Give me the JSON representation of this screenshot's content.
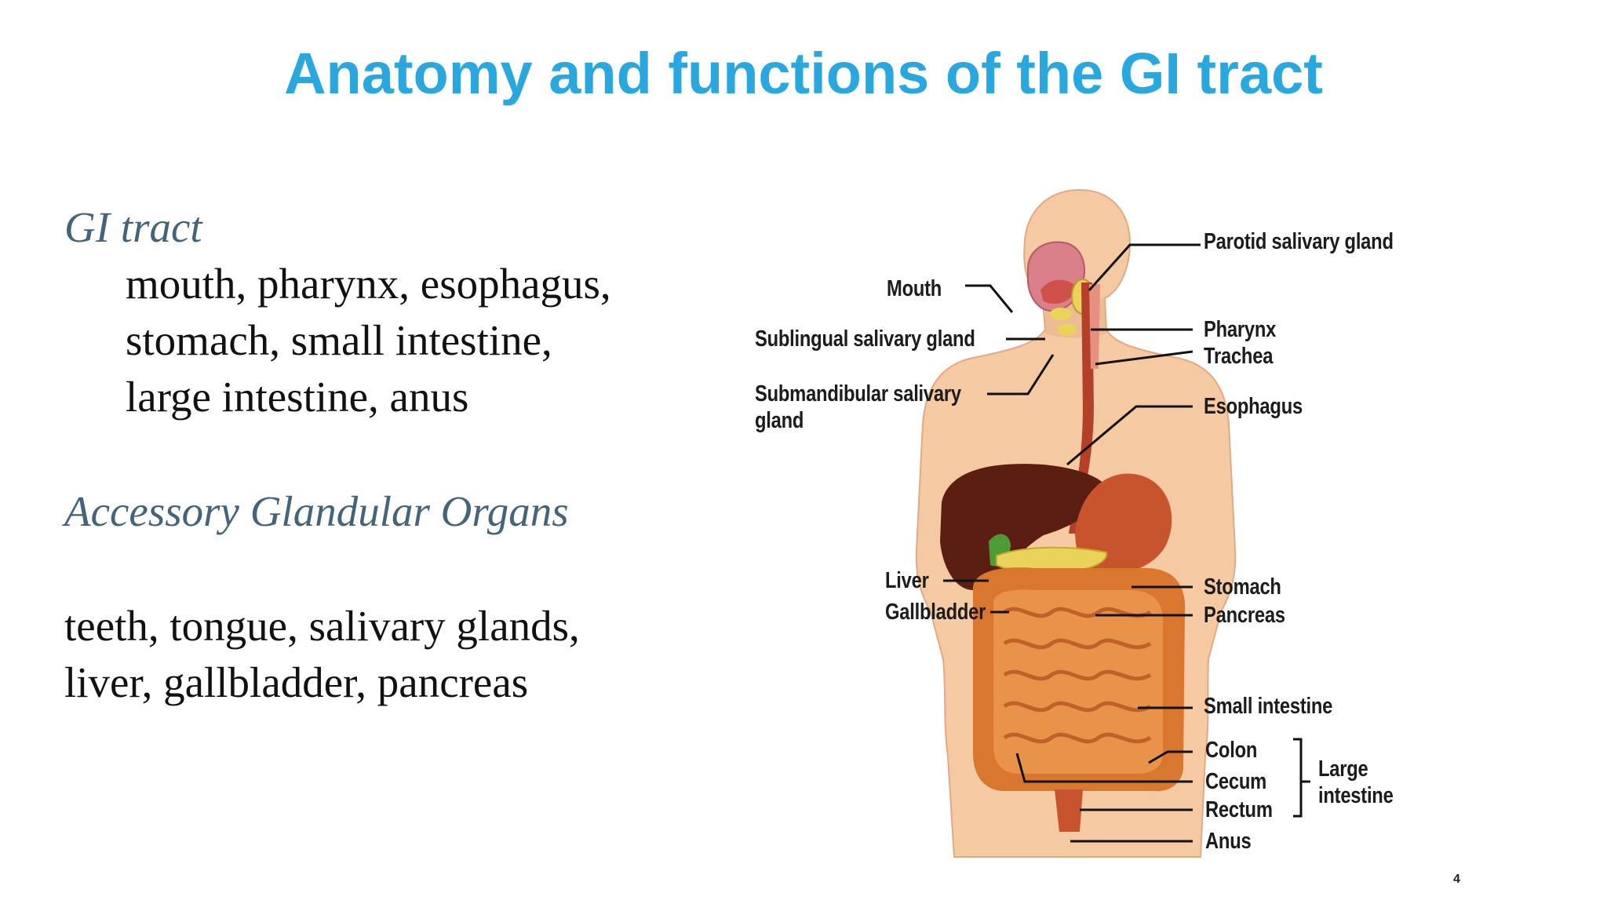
{
  "slide": {
    "title": "Anatomy and functions of the GI tract",
    "page_number": "4"
  },
  "left_text": {
    "gi_heading": "GI tract",
    "gi_lines": [
      "mouth, pharynx, esophagus,",
      "stomach, small intestine,",
      "large intestine, anus"
    ],
    "accessory_heading": "Accessory Glandular Organs",
    "accessory_lines": [
      "teeth, tongue, salivary glands,",
      "liver, gallbladder, pancreas"
    ]
  },
  "diagram": {
    "labels": {
      "parotid": "Parotid salivary gland",
      "mouth": "Mouth",
      "sublingual": "Sublingual salivary gland",
      "pharynx": "Pharynx",
      "trachea": "Trachea",
      "submandibular_1": "Submandibular salivary",
      "submandibular_2": "gland",
      "esophagus": "Esophagus",
      "liver": "Liver",
      "gallbladder": "Gallbladder",
      "stomach": "Stomach",
      "pancreas": "Pancreas",
      "small_intestine": "Small intestine",
      "colon": "Colon",
      "cecum": "Cecum",
      "rectum": "Rectum",
      "anus": "Anus",
      "large_intestine_1": "Large",
      "large_intestine_2": "intestine"
    },
    "colors": {
      "skin": "#f5c9a2",
      "skin_shade": "#e8b089",
      "liver": "#5a1e12",
      "stomach": "#c8542e",
      "intestine": "#d9772f",
      "esophagus": "#b5402a",
      "gland": "#e9d35a"
    }
  }
}
